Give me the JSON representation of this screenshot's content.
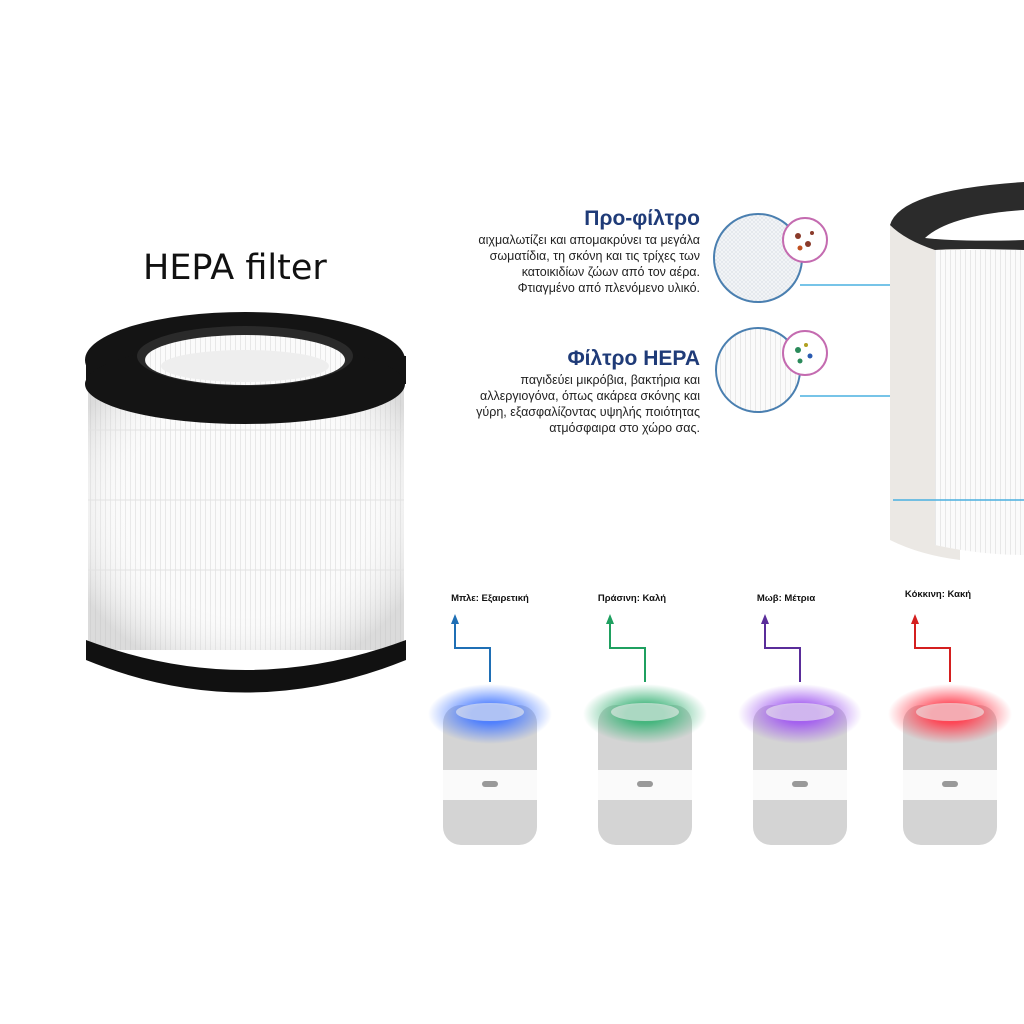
{
  "product_label": "HEPA filter",
  "prefilter": {
    "title": "Προ-φίλτρο",
    "lines": [
      "αιχμαλωτίζει και απομακρύνει τα μεγάλα",
      "σωματίδια, τη σκόνη και τις τρίχες των",
      "κατοικιδίων ζώων από τον αέρα.",
      "Φτιαγμένο από πλενόμενο υλικό."
    ]
  },
  "hepa": {
    "title": "Φίλτρο HEPA",
    "lines": [
      "παγιδεύει μικρόβια, βακτήρια και",
      "αλλεργιογόνα, όπως ακάρεα σκόνης και",
      "γύρη,  εξασφαλίζοντας υψηλής ποιότητας",
      "ατμόσφαιρα στο χώρο σας."
    ]
  },
  "air_quality_levels": [
    {
      "label": "Μπλε: Εξαιρετική",
      "color": "#1f6fb5",
      "glow": "#4a7cff"
    },
    {
      "label": "Πράσινη: Καλή",
      "color": "#1fa060",
      "glow": "#3fb47a"
    },
    {
      "label": "Μωβ: Μέτρια",
      "color": "#5a2d9a",
      "glow": "#a25cf0"
    },
    {
      "label": "Κόκκινη: Κακή",
      "color": "#d41f1f",
      "glow": "#ff4050"
    }
  ]
}
